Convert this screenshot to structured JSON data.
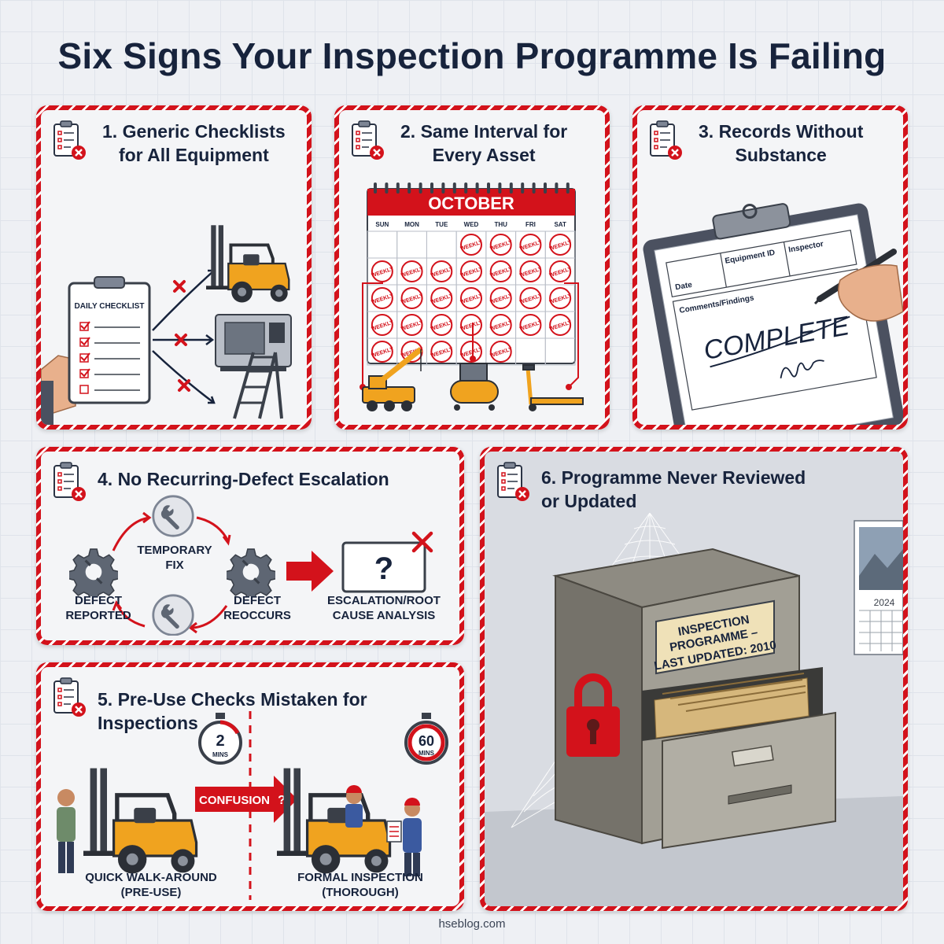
{
  "title": "Six Signs Your Inspection Programme Is Failing",
  "panels": [
    {
      "title_line1": "1. Generic Checklists",
      "title_line2": "for All Equipment",
      "checklist_label": "DAILY CHECKLIST"
    },
    {
      "title_line1": "2. Same Interval for",
      "title_line2": "Every Asset",
      "month": "OCTOBER",
      "days": [
        "SUN",
        "MON",
        "TUE",
        "WED",
        "THU",
        "FRI",
        "SAT"
      ],
      "stamp": "WEEKLY"
    },
    {
      "title_line1": "3. Records Without",
      "title_line2": "Substance",
      "form_date": "Date",
      "form_equipment": "Equipment ID",
      "form_inspector": "Inspector",
      "form_comments": "Comments/Findings",
      "handwritten": "COMPLETE"
    },
    {
      "title": "4. No Recurring-Defect Escalation",
      "temporary_fix": "TEMPORARY FIX",
      "defect_reported": "DEFECT REPORTED",
      "defect_reoccurs": "DEFECT REOCCURS",
      "question": "?",
      "escalation": "ESCALATION/ROOT CAUSE ANALYSIS"
    },
    {
      "title": "5. Pre-Use Checks Mistaken for Inspections",
      "timer_left_value": "2",
      "timer_left_unit": "MINS",
      "timer_right_value": "60",
      "timer_right_unit": "MINS",
      "confusion": "CONFUSION",
      "left_caption_line1": "QUICK WALK-AROUND",
      "left_caption_line2": "(PRE-USE)",
      "right_caption_line1": "FORMAL INSPECTION",
      "right_caption_line2": "(THOROUGH)"
    },
    {
      "title_line1": "6. Programme Never Reviewed",
      "title_line2": "or Updated",
      "label_line1": "INSPECTION",
      "label_line2": "PROGRAMME –",
      "label_line3": "LAST UPDATED: 2010",
      "calendar_year": "2024"
    }
  ],
  "footer": "hseblog.com",
  "colors": {
    "accent_red": "#d3121b",
    "navy": "#17233c",
    "machine_yellow": "#f0a31f"
  }
}
